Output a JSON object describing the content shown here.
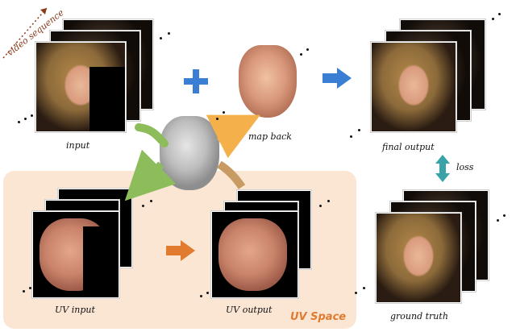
{
  "labels": {
    "video_sequence": "video sequence",
    "input": "input",
    "map_back": "map back",
    "final_output": "final output",
    "loss": "loss",
    "ground_truth": "ground truth",
    "uv_input": "UV input",
    "uv_output": "UV output",
    "uv_space": "UV Space"
  },
  "colors": {
    "plus": "#3b7fd4",
    "arrow_blue": "#3b7fd4",
    "arrow_green": "#8dbd5a",
    "arrow_orange": "#f4b04a",
    "arrow_tan": "#c89b62",
    "arrow_uv": "#e07b2f",
    "uv_panel": "#fbe5d3",
    "loss_arrow": "#3aa3a8"
  },
  "icons": [
    "plus-icon",
    "right-arrow-icon",
    "double-arrow-icon",
    "curved-arrow-icon",
    "3d-face-mesh-icon"
  ]
}
